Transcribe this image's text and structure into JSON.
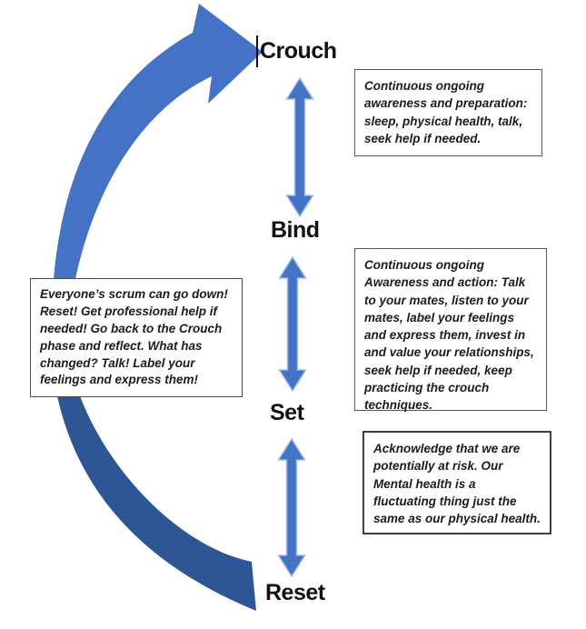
{
  "diagram": {
    "stages": [
      {
        "label": "Crouch"
      },
      {
        "label": "Bind"
      },
      {
        "label": "Set"
      },
      {
        "label": "Reset"
      }
    ],
    "notes": {
      "crouch": "Continuous ongoing awareness and preparation: sleep, physical health, talk, seek help if needed.",
      "bind": "Continuous ongoing Awareness and action: Talk to your mates, listen to your mates, label your feelings and express them, invest in and value your relationships, seek help if needed, keep practicing the crouch techniques.",
      "set": "Acknowledge that we are potentially at risk. Our Mental health is a fluctuating thing just the same as our physical health.",
      "reset": "Everyone’s scrum can go down! Reset! Get professional help if needed! Go back to the Crouch phase and reflect. What has changed? Talk! Label your feelings and express them!"
    },
    "colors": {
      "arrow_light": "#4472C4",
      "arrow_dark": "#2E5694",
      "arrow_edge": "#9DB9E8",
      "box_border": "#595959",
      "text": "#1c1c1c"
    }
  }
}
